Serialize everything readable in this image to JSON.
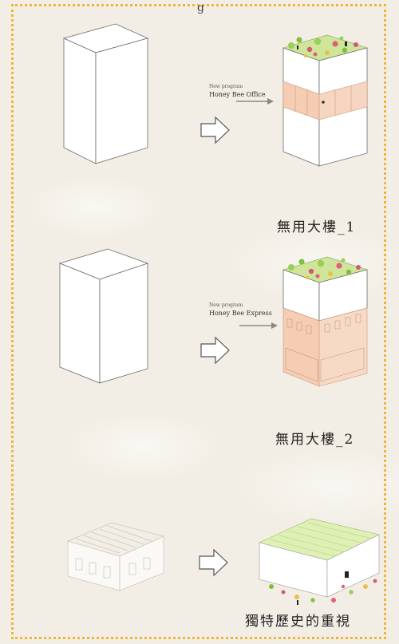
{
  "top_partial_label": "g",
  "rows": [
    {
      "new_program_label": "New program",
      "program_name": "Honey Bee Office",
      "caption": "無用大樓_1"
    },
    {
      "new_program_label": "New program",
      "program_name": "Honey Bee  Express",
      "caption": "無用大樓_2"
    },
    {
      "caption": "獨特歷史的重視"
    }
  ],
  "colors": {
    "frame_dots": "#f0b43a",
    "roof_green": "#cfe59a",
    "facade_peach": "#f4cdb3",
    "arrow_gray": "#888888"
  },
  "icons": [
    "outline-right-arrow-icon",
    "program-arrow-icon"
  ]
}
